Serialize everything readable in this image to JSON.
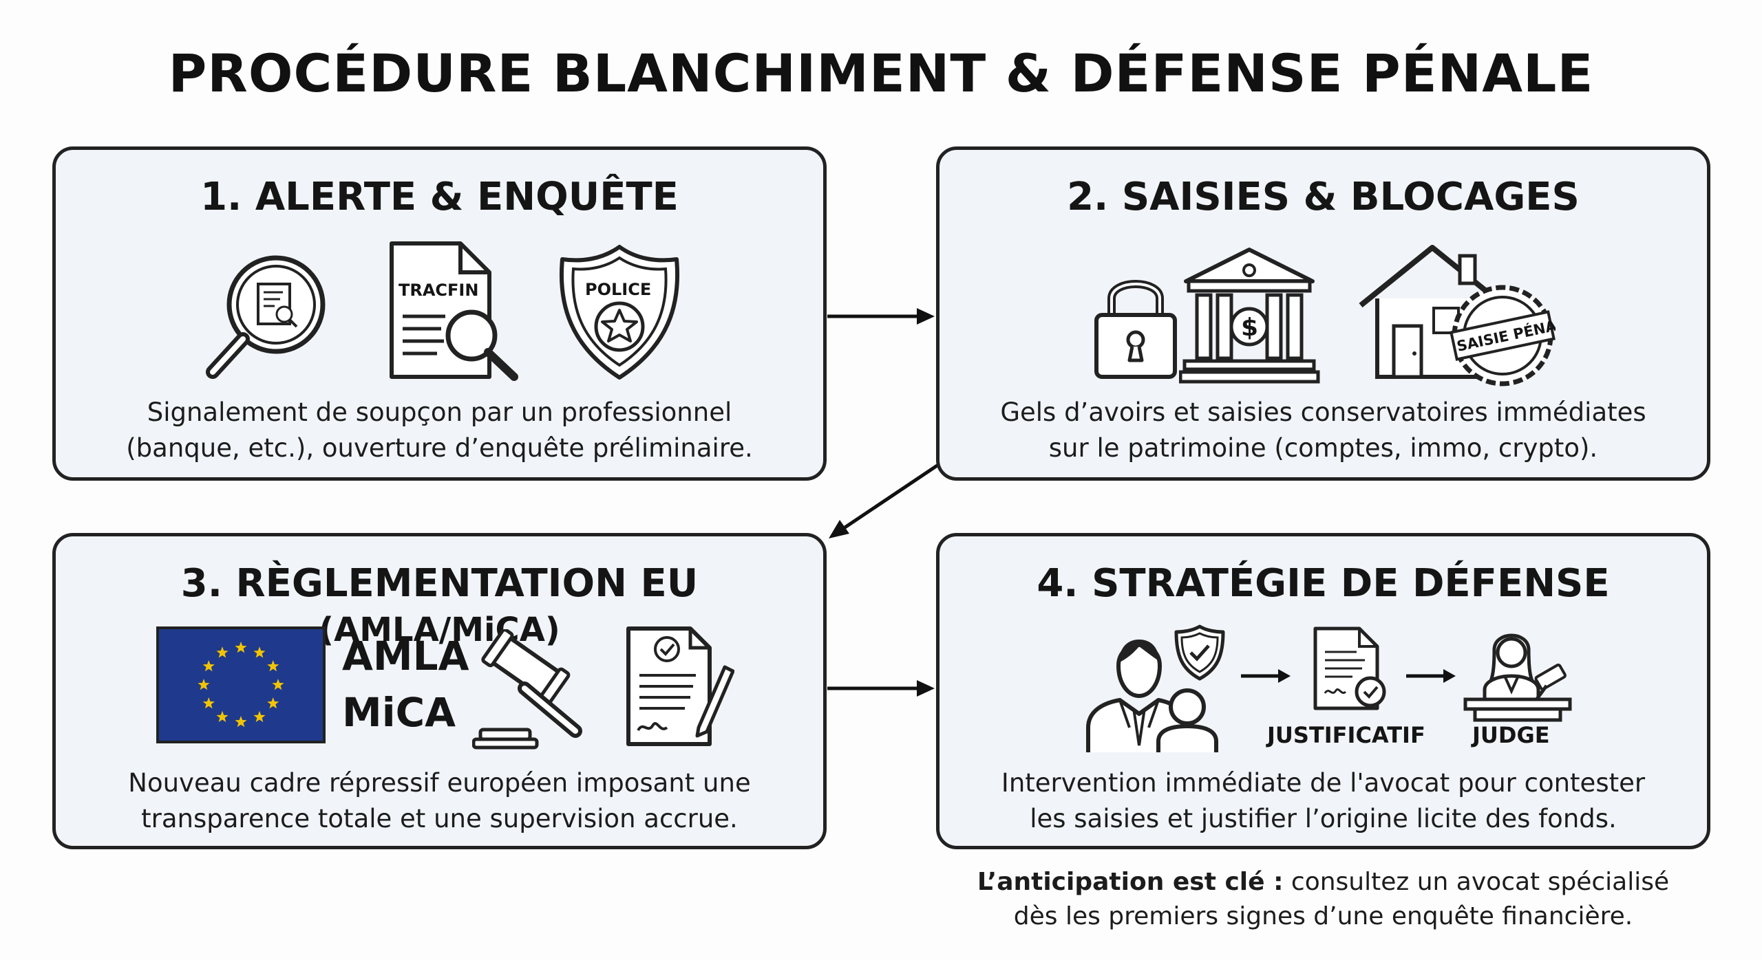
{
  "title": "PROCÉDURE BLANCHIMENT & DÉFENSE PÉNALE",
  "steps": [
    {
      "title": "1. ALERTE & ENQUÊTE",
      "icons": [
        "magnifier-document-icon",
        "tracfin-report-icon",
        "police-badge-icon"
      ],
      "icon_labels": {
        "tracfin": "TRACFIN",
        "police": "POLICE"
      },
      "desc_line1": "Signalement de soupçon par un professionnel",
      "desc_line2": "(banque, etc.), ouverture d’enquête préliminaire."
    },
    {
      "title": "2. SAISIES & BLOCAGES",
      "icons": [
        "padlock-icon",
        "bank-icon",
        "house-seal-icon"
      ],
      "icon_labels": {
        "seal": "SAISIE PÉNALE"
      },
      "desc_line1": "Gels d’avoirs et saisies conservatoires immédiates",
      "desc_line2": "sur le patrimoine (comptes, immo, crypto)."
    },
    {
      "title_main": "3. RÈGLEMENTATION EU ",
      "title_small": "(AMLA/MiCA)",
      "icons": [
        "eu-flag-icon",
        "gavel-icon",
        "signed-document-icon"
      ],
      "icon_labels": {
        "amla": "AMLA",
        "mica": "MiCA"
      },
      "desc_line1": "Nouveau cadre répressif européen imposant une",
      "desc_line2": "transparence totale et une supervision accrue."
    },
    {
      "title": "4. STRATÉGIE DE DÉFENSE",
      "icons": [
        "lawyer-client-icon",
        "shield-check-icon",
        "arrow-right-icon",
        "certified-document-icon",
        "arrow-right-icon",
        "judge-icon"
      ],
      "icon_labels": {
        "justificatif": "JUSTIFICATIF",
        "judge": "JUDGE"
      },
      "desc_line1": "Intervention immédiate de l'avocat pour contester",
      "desc_line2": "les saisies et justifier l’origine licite des fonds."
    }
  ],
  "footer": {
    "bold": "L’anticipation est clé :",
    "line1_rest": " consultez un avocat spécialisé",
    "line2": "dès les premiers signes d’une enquête financière."
  },
  "colors": {
    "box_fill": "#f1f4f8",
    "outline": "#222222",
    "eu_blue": "#1f3a8c",
    "eu_star": "#f2c400"
  }
}
